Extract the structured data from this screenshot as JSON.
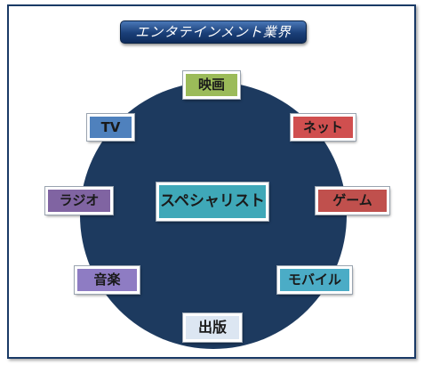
{
  "title": "エンタテインメント業界",
  "center": {
    "label": "スペシャリスト",
    "color": "#3fa8b8"
  },
  "nodes": [
    {
      "id": "movie",
      "label": "映画",
      "color": "#9bbb59"
    },
    {
      "id": "tv",
      "label": "TV",
      "color": "#4f81bd"
    },
    {
      "id": "net",
      "label": "ネット",
      "color": "#d04f4f"
    },
    {
      "id": "radio",
      "label": "ラジオ",
      "color": "#8064a2"
    },
    {
      "id": "game",
      "label": "ゲーム",
      "color": "#c0504d"
    },
    {
      "id": "music",
      "label": "音楽",
      "color": "#8e7cc3"
    },
    {
      "id": "mobile",
      "label": "モバイル",
      "color": "#4bacc6"
    },
    {
      "id": "publishing",
      "label": "出版",
      "color": "#dce6f2"
    }
  ],
  "colors": {
    "circle": "#1d3a5f",
    "frame_border": "#1a3a66",
    "title_banner": "#1a3f78"
  }
}
